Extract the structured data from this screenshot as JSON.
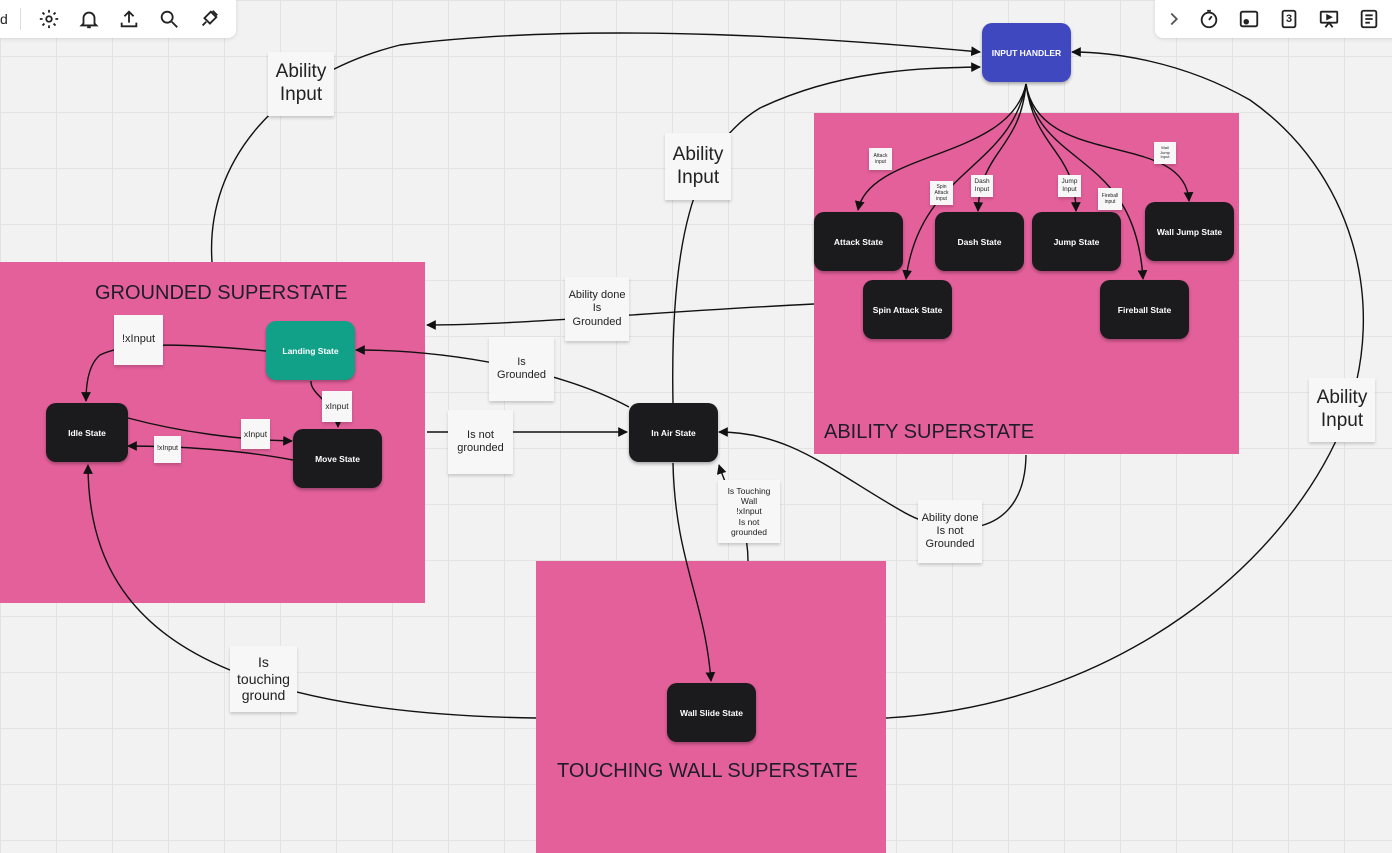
{
  "toolbar_left": {
    "board_name_fragment": "d",
    "icons": [
      "settings-icon",
      "bell-icon",
      "upload-icon",
      "search-icon",
      "plugin-icon"
    ]
  },
  "toolbar_right": {
    "icons": [
      "chevron-right-icon",
      "timer-icon",
      "frame-icon",
      "counter-icon",
      "present-icon",
      "notes-icon"
    ],
    "counter_value": "3"
  },
  "superstates": {
    "grounded": "GROUNDED SUPERSTATE",
    "ability": "ABILITY SUPERSTATE",
    "touching_wall": "TOUCHING WALL SUPERSTATE"
  },
  "states": {
    "input_handler": "INPUT HANDLER",
    "idle": "Idle State",
    "landing": "Landing State",
    "move": "Move State",
    "in_air": "In Air State",
    "wall_slide": "Wall Slide State",
    "attack": "Attack State",
    "dash": "Dash State",
    "jump": "Jump State",
    "wall_jump": "Wall Jump State",
    "spin_attack": "Spin Attack State",
    "fireball": "Fireball State"
  },
  "notes": {
    "ability_input_top": "Ability\nInput",
    "ability_input_mid": "Ability\nInput",
    "ability_input_right": "Ability\nInput",
    "ability_done_grounded": "Ability done\nIs\nGrounded",
    "ability_done_not_grounded": "Ability done\nIs not\nGrounded",
    "is_grounded": "Is\nGrounded",
    "is_not_grounded": "Is not\ngrounded",
    "touching_wall_cond": "Is Touching\nWall\n!xInput\nIs not\ngrounded",
    "touching_ground": "Is\ntouching\nground",
    "not_xinput_idle": "!xInput",
    "xinput_landing": "xInput",
    "xinput_move": "xInput",
    "not_xinput_move": "!xInput",
    "attack_input": "Attack\ninput",
    "spin_attack_input": "Spin\nAttack\ninput",
    "dash_input": "Dash\nInput",
    "jump_input": "Jump\nInput",
    "fireball_input": "Fireball\ninput",
    "wall_jump_input": "Wall\nJump\nInput"
  },
  "colors": {
    "superstate": "#e4609b",
    "state": "#1b1b1d",
    "landing_state": "#11a188",
    "input_handler": "#4048c0"
  }
}
